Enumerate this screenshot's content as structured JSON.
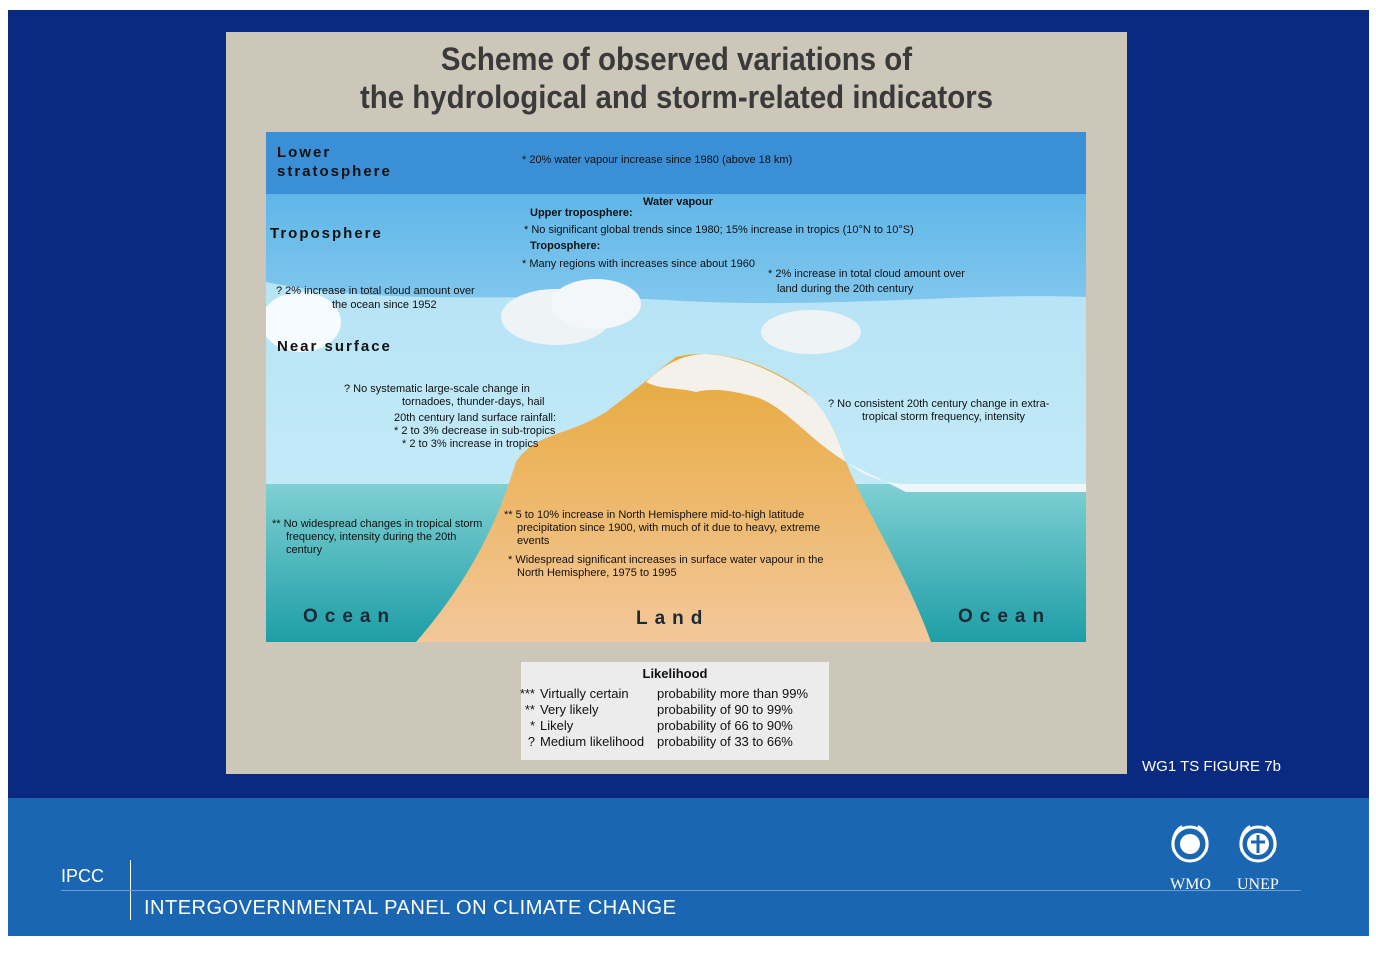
{
  "title_line1": "Scheme of observed variations of",
  "title_line2": "the hydrological and storm-related indicators",
  "zones": {
    "lower_stratosphere_1": "Lower",
    "lower_stratosphere_2": "stratosphere",
    "troposphere": "Troposphere",
    "near_surface": "Near surface",
    "ocean_left": "Ocean",
    "land": "Land",
    "ocean_right": "Ocean"
  },
  "notes": {
    "stratosphere": "* 20% water vapour increase since 1980 (above 18 km)",
    "water_vapour": "Water vapour",
    "upper_trop_head": "Upper troposphere:",
    "upper_trop": "* No significant global trends since 1980; 15% increase in tropics (10°N to 10°S)",
    "trop_head": "Troposphere:",
    "trop": "* Many regions with increases since about 1960",
    "cloud_ocean_1": "? 2% increase in total cloud amount over",
    "cloud_ocean_2": "the ocean since 1952",
    "cloud_land_1": "* 2% increase in total cloud amount over",
    "cloud_land_2": "land during the 20th century",
    "tornado_1": "? No systematic large-scale change in",
    "tornado_2": "tornadoes, thunder-days, hail",
    "rain_1": "20th century land surface rainfall:",
    "rain_2": "* 2 to 3% decrease in sub-tropics",
    "rain_3": "* 2 to 3% increase in tropics",
    "extratrop_1": "? No consistent 20th century change in extra-",
    "extratrop_2": "tropical storm frequency, intensity",
    "tropical_1": "** No widespread changes in tropical storm",
    "tropical_2": "frequency, intensity during the 20th",
    "tropical_3": "century",
    "precip_1": "** 5 to 10% increase in North Hemisphere mid-to-high latitude",
    "precip_2": "precipitation since 1900, with much of it due to heavy, extreme",
    "precip_3": "events",
    "surface_1": "* Widespread significant increases in surface water vapour in the",
    "surface_2": "North Hemisphere, 1975 to 1995"
  },
  "likelihood": {
    "heading": "Likelihood",
    "rows": [
      {
        "sym": "***",
        "term": "Virtually certain",
        "prob": "probability more than 99%"
      },
      {
        "sym": "**",
        "term": "Very likely",
        "prob": "probability of 90 to 99%"
      },
      {
        "sym": "*",
        "term": "Likely",
        "prob": "probability of 66 to 90%"
      },
      {
        "sym": "?",
        "term": "Medium likelihood",
        "prob": "probability of 33 to 66%"
      }
    ]
  },
  "figure_label": "WG1 TS FIGURE 7b",
  "footer": {
    "short": "IPCC",
    "full": "INTERGOVERNMENTAL PANEL ON CLIMATE CHANGE",
    "logo1": "WMO",
    "logo2": "UNEP"
  },
  "colors": {
    "slide_bg": "#0a2a82",
    "footer_bg": "#1a66b2",
    "panel_bg": "#cdc7ba",
    "stratosphere": "#3a8ed6",
    "sky": "#8fcdef",
    "ocean": "#2aa8ae",
    "land": "#eab450"
  }
}
